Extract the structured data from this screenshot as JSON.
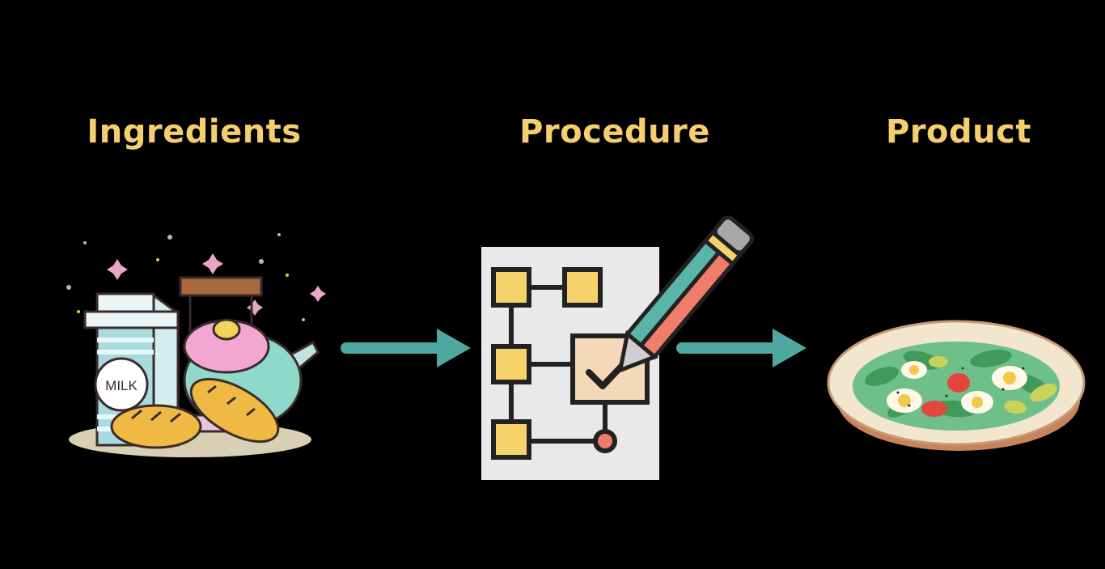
{
  "colors": {
    "background": "#000000",
    "title": "#f5cf6e",
    "arrow": "#4fa89f"
  },
  "stages": [
    {
      "id": "ingredients",
      "title": "Ingredients",
      "icon": "grocery-ingredients-icon"
    },
    {
      "id": "procedure",
      "title": "Procedure",
      "icon": "flowchart-checklist-pencil-icon"
    },
    {
      "id": "product",
      "title": "Product",
      "icon": "salad-plate-icon"
    }
  ],
  "ingredients_art": {
    "milk_label": "MILK"
  }
}
